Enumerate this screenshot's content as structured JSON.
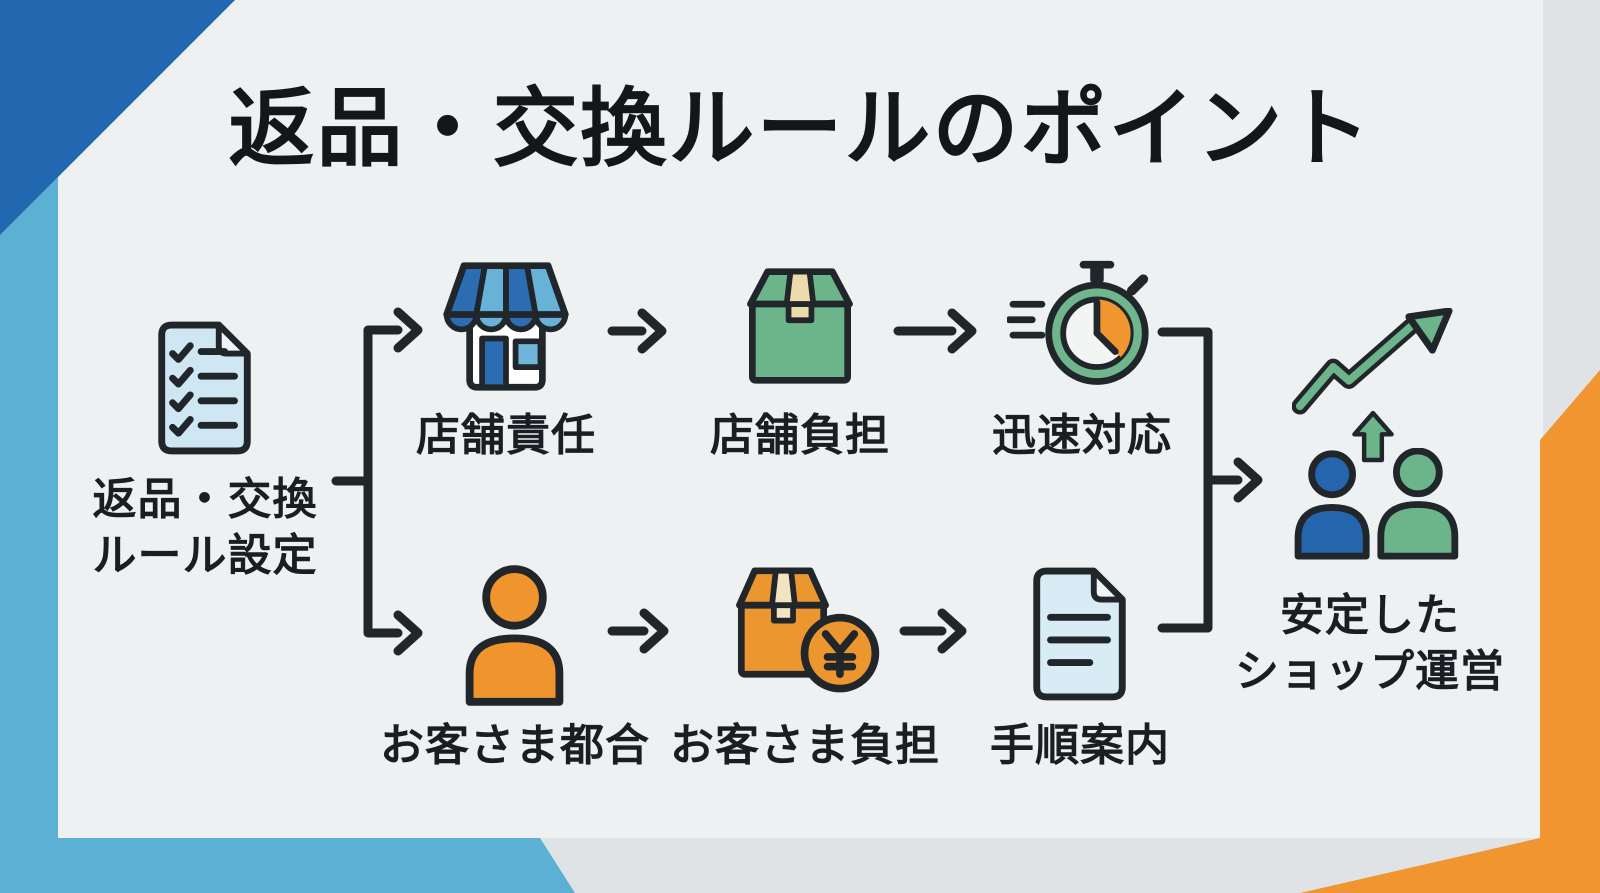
{
  "title": "返品・交換ルールのポイント",
  "source": {
    "label_line1": "返品・交換",
    "label_line2": "ルール設定",
    "icon": "checklist-document-icon"
  },
  "top_row": [
    {
      "label": "店舗責任",
      "icon": "storefront-icon"
    },
    {
      "label": "店舗負担",
      "icon": "green-package-icon"
    },
    {
      "label": "迅速対応",
      "icon": "stopwatch-icon"
    }
  ],
  "bottom_row": [
    {
      "label": "お客さま都合",
      "icon": "customer-person-icon"
    },
    {
      "label": "お客さま負担",
      "icon": "package-yen-icon"
    },
    {
      "label": "手順案内",
      "icon": "guide-document-icon"
    }
  ],
  "result": {
    "label_line1": "安定した",
    "label_line2": "ショップ運営",
    "icon": "growth-team-icon"
  },
  "colors": {
    "dark_blue": "#2268b0",
    "light_blue": "#5bb0d4",
    "orange": "#f0952f",
    "green": "#6cb489",
    "beige": "#ecdcab",
    "panel": "#edf1f2",
    "background": "#e0e3e5",
    "ink": "#21262b"
  }
}
